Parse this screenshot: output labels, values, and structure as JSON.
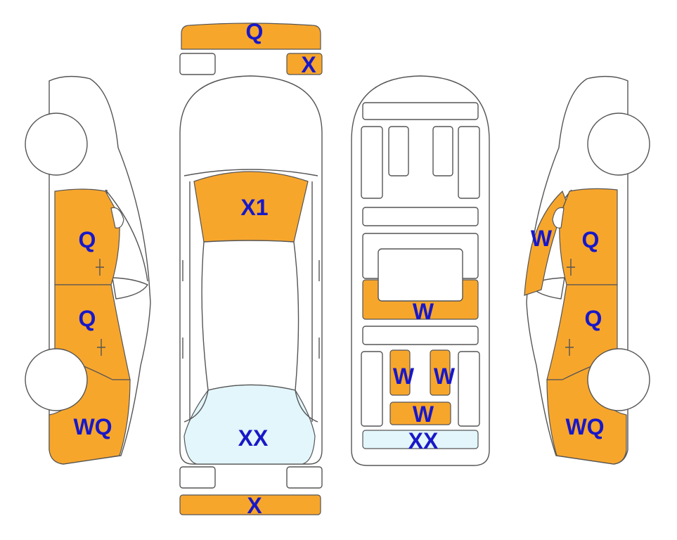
{
  "colors": {
    "damage": "#f7a62c",
    "glass": "#e2f6fb",
    "label": "#1818c8",
    "outline": "#555555"
  },
  "left_side": {
    "front_door": "Q",
    "rear_door": "Q",
    "rear_quarter": "WQ"
  },
  "top_view": {
    "front_bumper": "Q",
    "right_headlight": "X",
    "hood": "X1",
    "rear_glass": "XX",
    "rear_bumper": "X"
  },
  "floor_view": {
    "center_panel": "W",
    "rear_left_rail": "W",
    "rear_right_rail": "W",
    "rear_crossmember": "W",
    "rear_panel": "XX"
  },
  "right_side": {
    "a_pillar": "W",
    "front_door": "Q",
    "rear_door": "Q",
    "rear_quarter": "WQ"
  }
}
